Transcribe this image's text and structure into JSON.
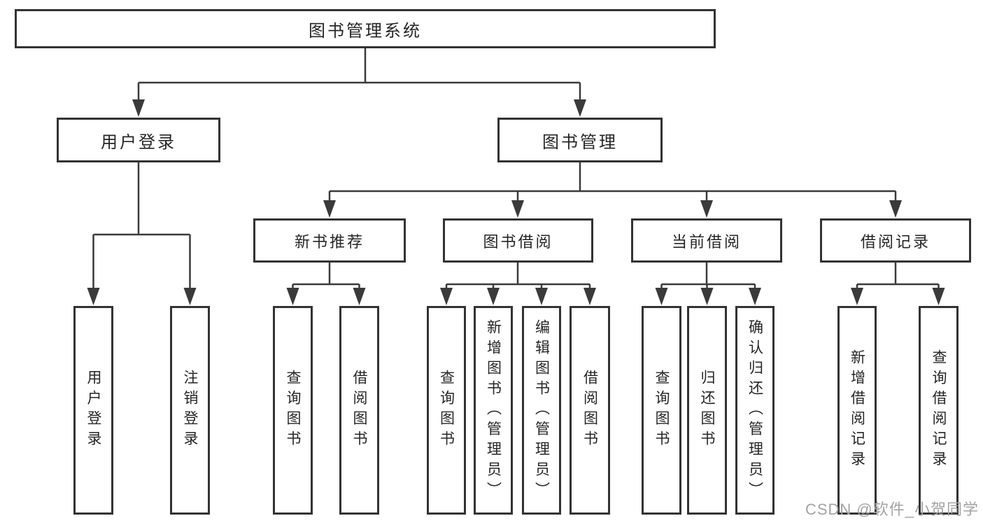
{
  "diagram": {
    "root": "图书管理系统",
    "groups": [
      {
        "label": "用户登录",
        "children": [
          "用户登录",
          "注销登录"
        ]
      },
      {
        "label": "图书管理",
        "subgroups": [
          {
            "label": "新书推荐",
            "children": [
              "查询图书",
              "借阅图书"
            ]
          },
          {
            "label": "图书借阅",
            "children": [
              "查询图书",
              "新增图书（管理员）",
              "编辑图书（管理员）",
              "借阅图书"
            ]
          },
          {
            "label": "当前借阅",
            "children": [
              "查询图书",
              "归还图书",
              "确认归还（管理员）"
            ]
          },
          {
            "label": "借阅记录",
            "children": [
              "新增借阅记录",
              "查询借阅记录"
            ]
          }
        ]
      }
    ]
  },
  "watermark": "CSDN @软件_小贺同学",
  "colors": {
    "line": "#3a3a3a",
    "box_border": "#333333",
    "text": "#262626",
    "watermark": "#a3a3a3",
    "background": "#ffffff"
  }
}
